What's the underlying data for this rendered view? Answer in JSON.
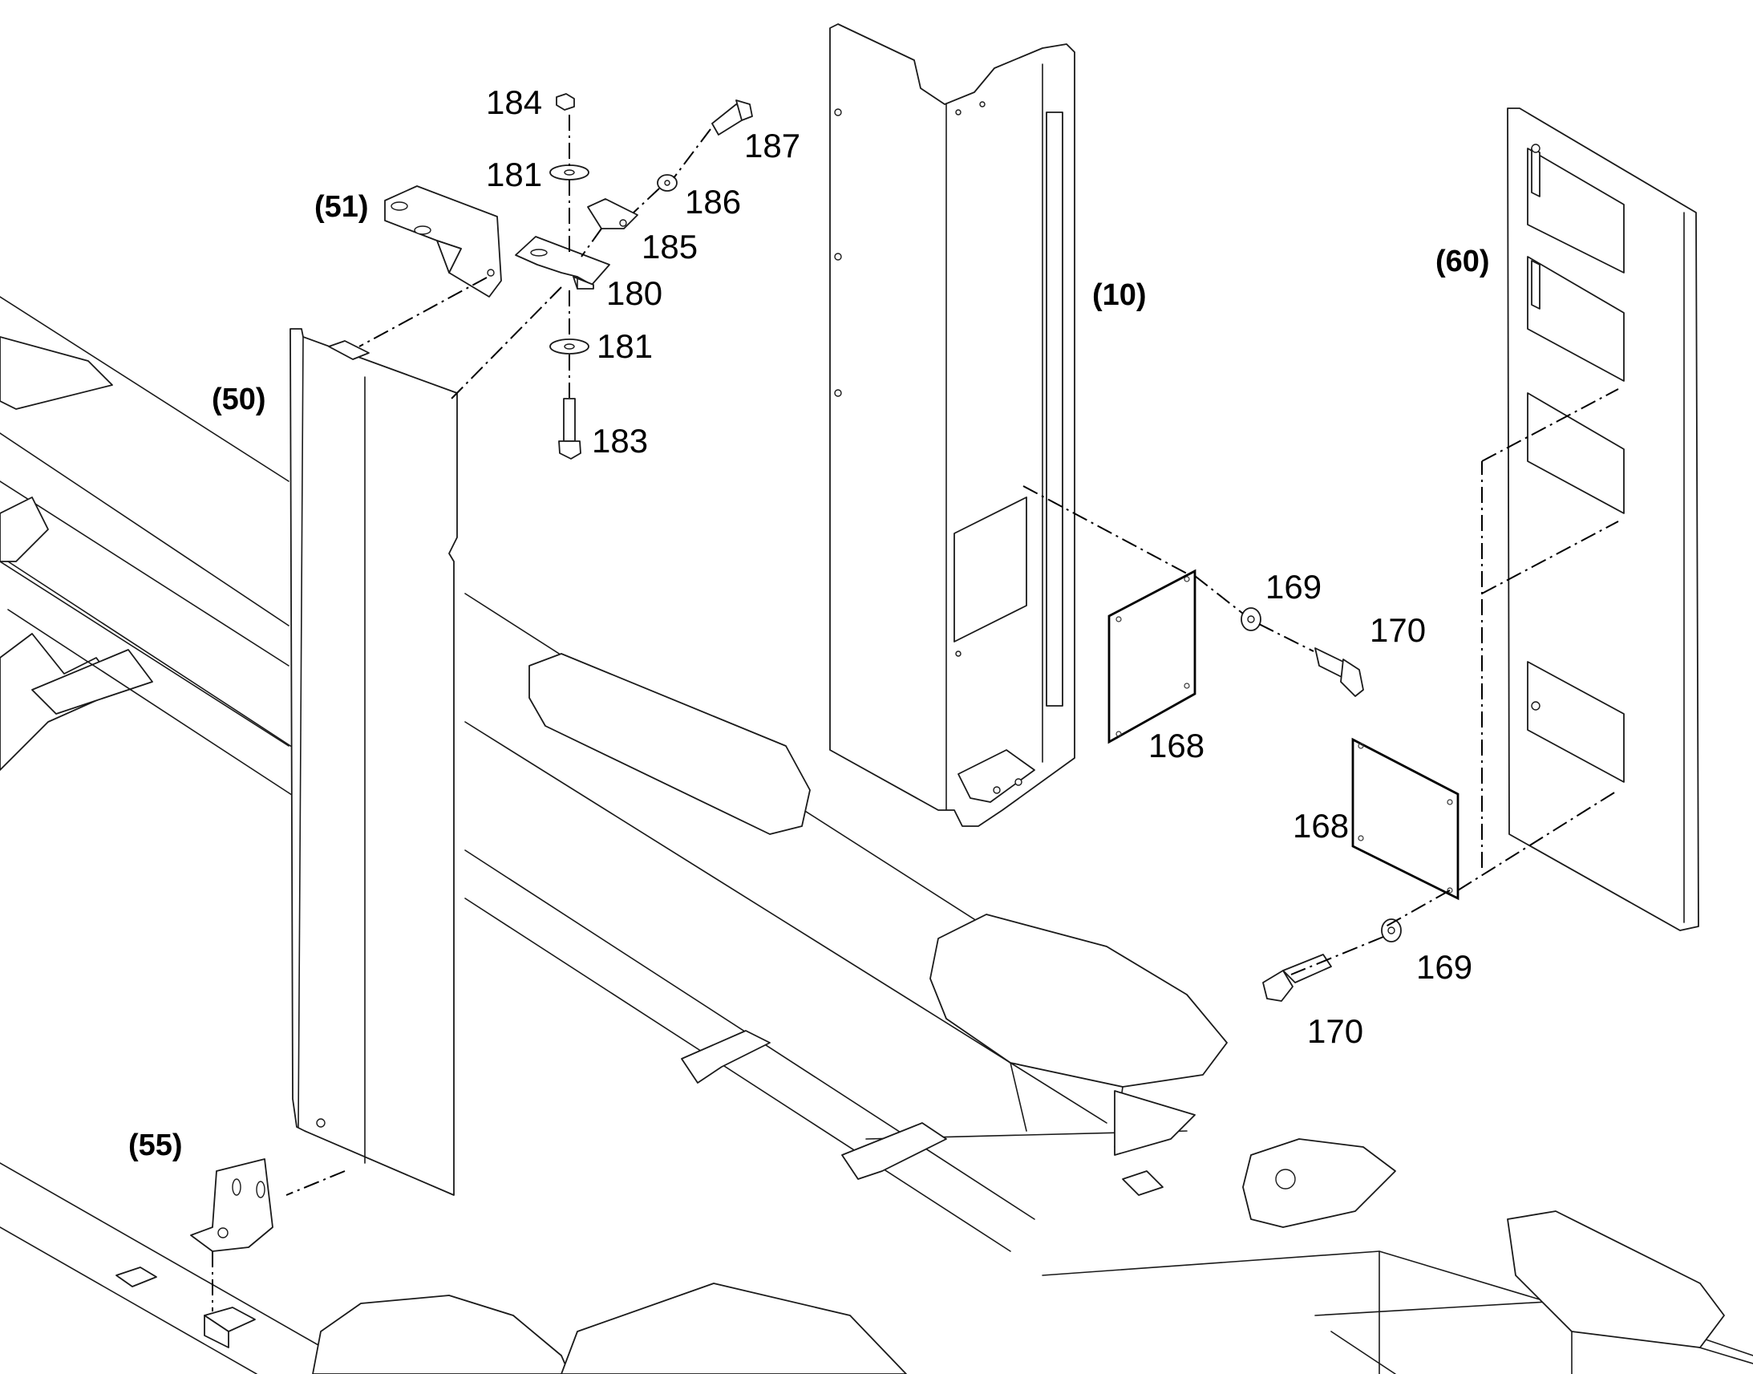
{
  "callouts": {
    "c184": "184",
    "c181_top": "181",
    "c187": "187",
    "c186": "186",
    "c185": "185",
    "c180": "180",
    "c181_bottom": "181",
    "c183": "183",
    "c169_top": "169",
    "c170_top": "170",
    "c168_top": "168",
    "c168_bottom": "168",
    "c169_bottom": "169",
    "c170_bottom": "170"
  },
  "groups": {
    "g51": "(51)",
    "g50": "(50)",
    "g10": "(10)",
    "g60": "(60)",
    "g55": "(55)"
  }
}
